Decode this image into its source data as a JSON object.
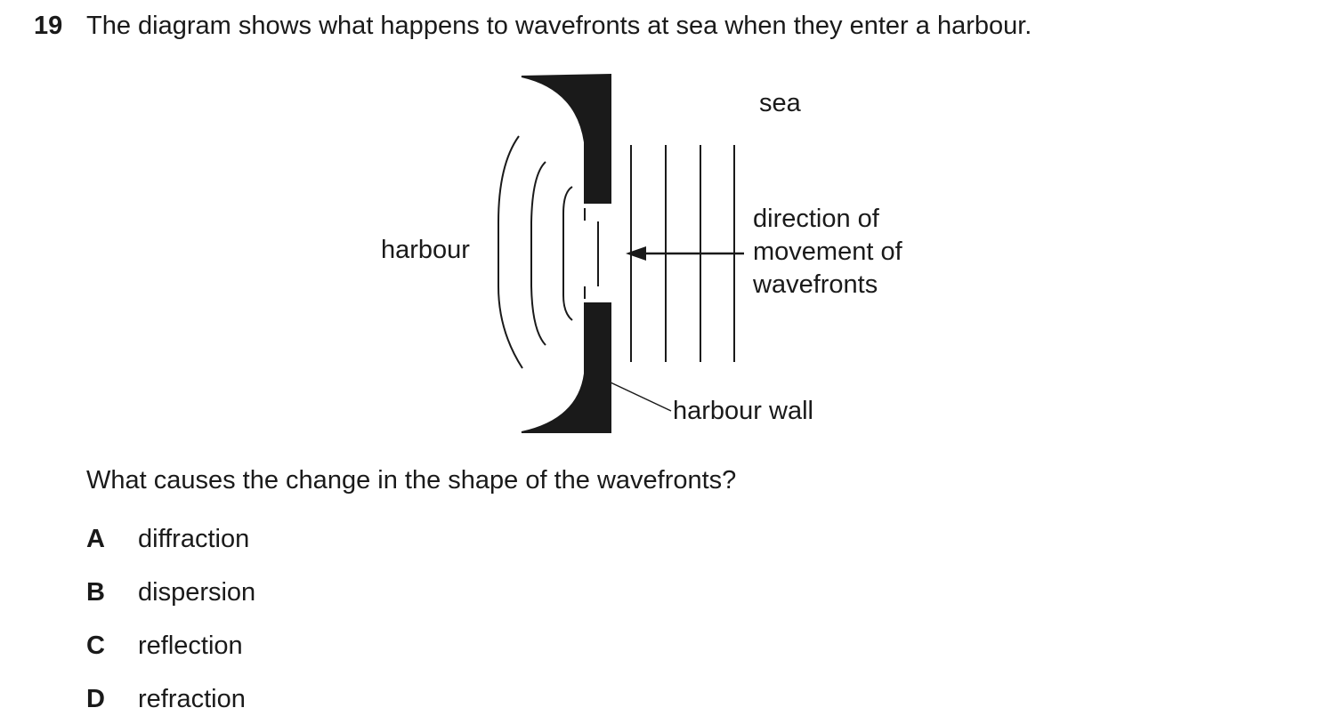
{
  "question": {
    "number": "19",
    "stem": "The diagram shows what happens to wavefronts at sea when they enter a harbour.",
    "prompt": "What causes the change in the shape of the wavefronts?"
  },
  "diagram": {
    "labels": {
      "sea": "sea",
      "harbour": "harbour",
      "direction_line1": "direction of",
      "direction_line2": "movement of",
      "direction_line3": "wavefronts",
      "harbour_wall": "harbour wall"
    }
  },
  "options": [
    {
      "letter": "A",
      "text": "diffraction"
    },
    {
      "letter": "B",
      "text": "dispersion"
    },
    {
      "letter": "C",
      "text": "reflection"
    },
    {
      "letter": "D",
      "text": "refraction"
    }
  ]
}
